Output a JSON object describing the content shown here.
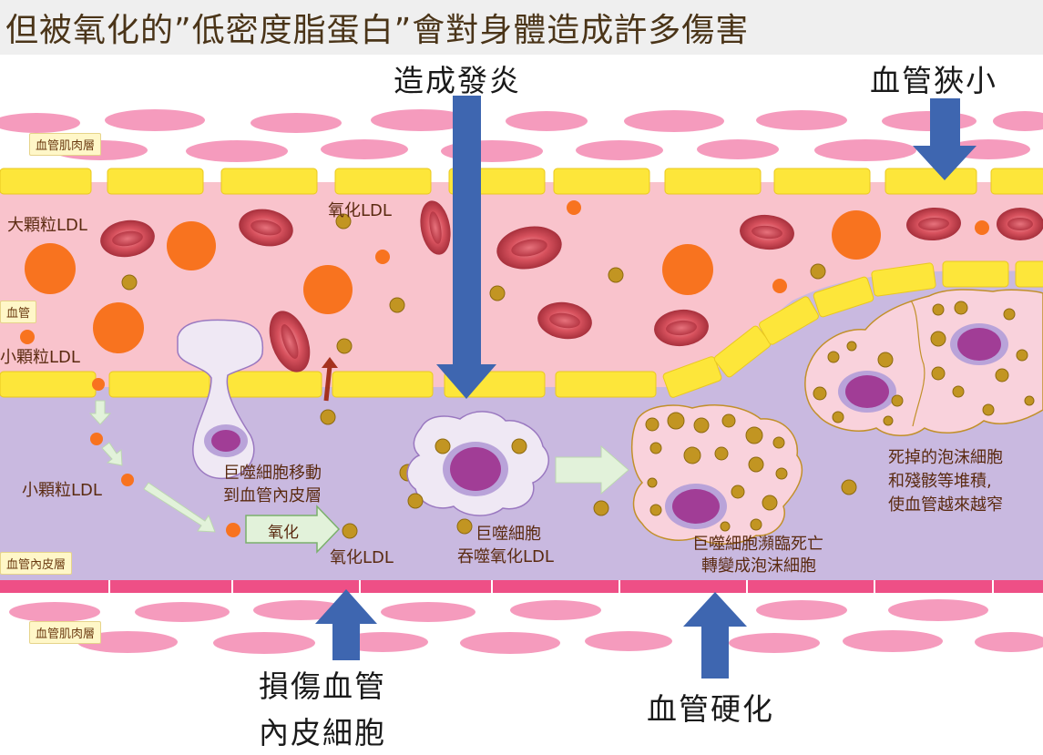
{
  "title": "但被氧化的”低密度脂蛋白”會對身體造成許多傷害",
  "labels": {
    "inflammation": "造成發炎",
    "narrowing": "血管狹小",
    "damage_line1": "損傷血管",
    "damage_line2": "內皮細胞",
    "hardening": "血管硬化",
    "muscle_top": "血管肌肉層",
    "muscle_bottom": "血管肌肉層",
    "vessel": "血管",
    "endothelium": "血管內皮層",
    "large_ldl": "大顆粒LDL",
    "small_ldl_top": "小顆粒LDL",
    "small_ldl_mid": "小顆粒LDL",
    "oxidized_ldl_top": "氧化LDL",
    "oxidized_ldl_bottom": "氧化LDL",
    "oxidation": "氧化",
    "macro_move_1": "巨噬細胞移動",
    "macro_move_2": "到血管內皮層",
    "macro_eat_1": "巨噬細胞",
    "macro_eat_2": "吞噬氧化LDL",
    "foam_1": "巨噬細胞瀕臨死亡",
    "foam_2": "轉變成泡沫細胞",
    "dead_1": "死掉的泡沫細胞",
    "dead_2": "和殘骸等堆積,",
    "dead_3": "使血管越來越窄"
  },
  "colors": {
    "blood": "#f9c3cc",
    "intima": "#c9b9e0",
    "endothelial_cell": "#fde63a",
    "muscle_cell": "#f59bbd",
    "arrow_blue": "#3e66b0",
    "red_blood_cell": "#d9535f",
    "large_ldl": "#f8731f",
    "oxidized_ldl": "#c29522",
    "nucleus": "#a13d96"
  }
}
